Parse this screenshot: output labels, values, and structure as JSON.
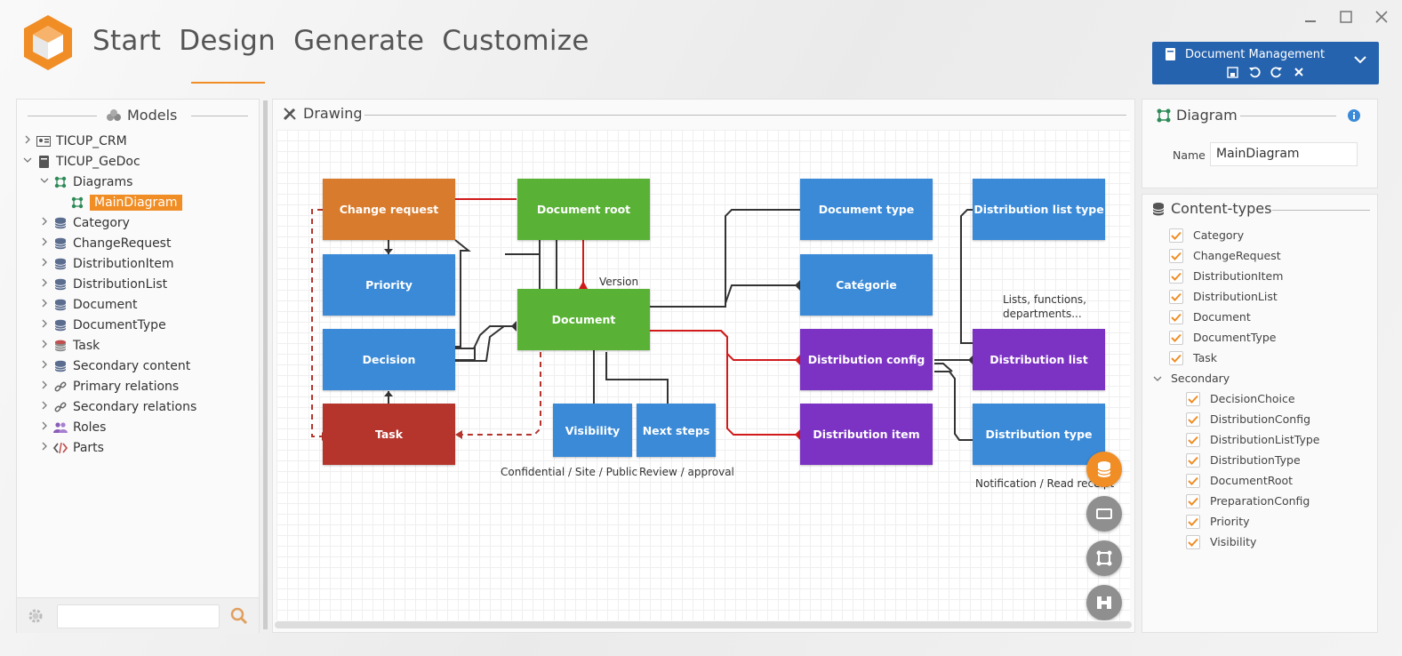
{
  "header": {
    "nav": [
      "Start",
      "Design",
      "Generate",
      "Customize"
    ],
    "active_nav": "Design",
    "document": {
      "title": "Document Management"
    }
  },
  "models": {
    "title": "Models",
    "tree": [
      {
        "label": "TICUP_CRM",
        "icon": "id-card-icon",
        "level": 0,
        "expanded": false
      },
      {
        "label": "TICUP_GeDoc",
        "icon": "book-icon",
        "level": 0,
        "expanded": true
      },
      {
        "label": "Diagrams",
        "icon": "diagram-icon",
        "level": 1,
        "expanded": true
      },
      {
        "label": "MainDiagram",
        "icon": "diagram-icon",
        "level": 2,
        "selected": true
      },
      {
        "label": "Category",
        "icon": "database-icon",
        "level": 1
      },
      {
        "label": "ChangeRequest",
        "icon": "database-icon",
        "level": 1
      },
      {
        "label": "DistributionItem",
        "icon": "database-icon",
        "level": 1
      },
      {
        "label": "DistributionList",
        "icon": "database-icon",
        "level": 1
      },
      {
        "label": "Document",
        "icon": "database-icon",
        "level": 1
      },
      {
        "label": "DocumentType",
        "icon": "database-icon",
        "level": 1
      },
      {
        "label": "Task",
        "icon": "database-red-icon",
        "level": 1
      },
      {
        "label": "Secondary content",
        "icon": "database-icon",
        "level": 1
      },
      {
        "label": "Primary relations",
        "icon": "link-icon",
        "level": 1
      },
      {
        "label": "Secondary relations",
        "icon": "link-icon",
        "level": 1
      },
      {
        "label": "Roles",
        "icon": "users-icon",
        "level": 1
      },
      {
        "label": "Parts",
        "icon": "code-icon",
        "level": 1
      }
    ],
    "search_value": ""
  },
  "drawing": {
    "title": "Drawing",
    "nodes": {
      "change_request": "Change request",
      "document_root": "Document root",
      "priority": "Priority",
      "document": "Document",
      "decision": "Decision",
      "task": "Task",
      "visibility": "Visibility",
      "next_steps": "Next steps",
      "document_type": "Document type",
      "categorie": "Catégorie",
      "distribution_config": "Distribution config",
      "distribution_item": "Distribution item",
      "distribution_list_type": "Distribution list type",
      "distribution_list": "Distribution list",
      "distribution_type": "Distribution type"
    },
    "labels": {
      "version": "Version",
      "lists_line1": "Lists, functions,",
      "lists_line2": "departments...",
      "visibility_note": "Confidential / Site / Public",
      "next_steps_note": "Review / approval",
      "distribution_note": "Notification / Read receipt"
    },
    "colors": {
      "blue": "#3a8ad8",
      "green": "#59b236",
      "orange": "#d97b2c",
      "red": "#b5352d",
      "purple": "#7c33c3",
      "relation_red": "#d11a1a"
    }
  },
  "diagram_panel": {
    "title": "Diagram",
    "name_label": "Name",
    "name_value": "MainDiagram"
  },
  "content_types": {
    "title": "Content-types",
    "items": [
      "Category",
      "ChangeRequest",
      "DistributionItem",
      "DistributionList",
      "Document",
      "DocumentType",
      "Task"
    ],
    "secondary_label": "Secondary",
    "secondary_items": [
      "DecisionChoice",
      "DistributionConfig",
      "DistributionListType",
      "DistributionType",
      "DocumentRoot",
      "PreparationConfig",
      "Priority",
      "Visibility"
    ]
  }
}
